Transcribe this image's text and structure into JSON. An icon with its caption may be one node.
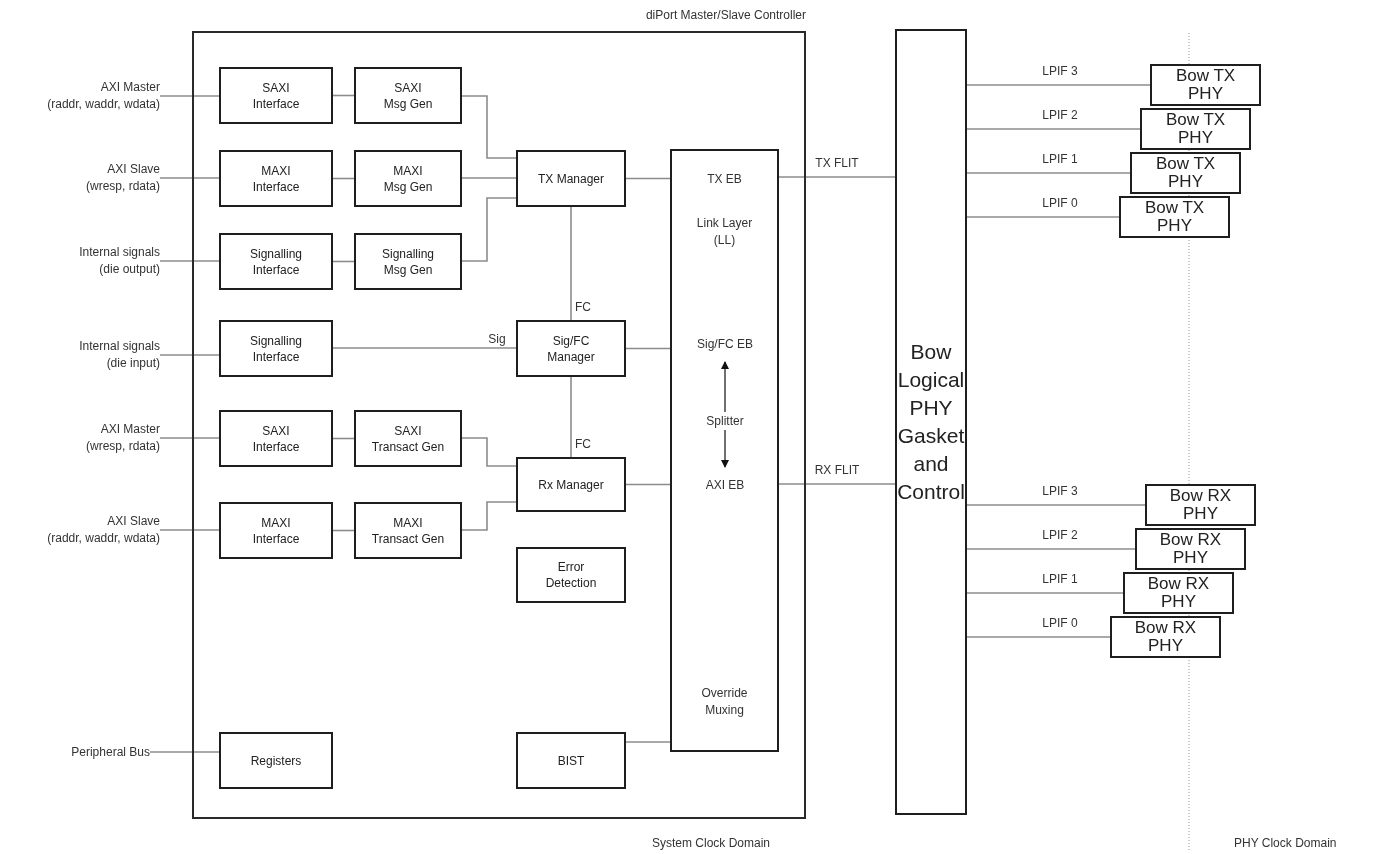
{
  "diagram": {
    "nodes": [
      {
        "text": [
          "diPort Master/Slave Controller"
        ]
      },
      {
        "text": [
          "AXI Master",
          "(raddr, waddr, wdata)"
        ]
      },
      {
        "text": [
          "AXI Slave",
          "(wresp, rdata)"
        ]
      },
      {
        "text": [
          "Internal signals",
          "(die output)"
        ]
      },
      {
        "text": [
          "Internal signals",
          "(die input)"
        ]
      },
      {
        "text": [
          "AXI Master",
          "(wresp, rdata)"
        ]
      },
      {
        "text": [
          "AXI Slave",
          "(raddr, waddr, wdata)"
        ]
      },
      {
        "text": [
          "Peripheral Bus"
        ]
      },
      {
        "text": [
          "SAXI Interface"
        ],
        "in": 0
      },
      {
        "text": [
          "SAXI Msg Gen"
        ],
        "in": 0
      },
      {
        "text": [
          "MAXI Interface"
        ],
        "in": 0
      },
      {
        "text": [
          "MAXI Msg Gen"
        ],
        "in": 0
      },
      {
        "text": [
          "TX Manager"
        ],
        "in": 0
      },
      {
        "text": [
          "Signalling Interface"
        ],
        "in": 0
      },
      {
        "text": [
          "Signalling Msg Gen"
        ],
        "in": 0
      },
      {
        "text": [
          "Signalling Interface"
        ],
        "in": 0
      },
      {
        "text": [
          "Sig/FC Manager"
        ],
        "in": 0
      },
      {
        "text": [
          "SAXI Interface"
        ],
        "in": 0
      },
      {
        "text": [
          "SAXI Transact Gen"
        ],
        "in": 0
      },
      {
        "text": [
          "Rx Manager"
        ],
        "in": 0
      },
      {
        "text": [
          "MAXI Interface"
        ],
        "in": 0
      },
      {
        "text": [
          "MAXI Transact Gen"
        ],
        "in": 0
      },
      {
        "text": [
          "Error Detection"
        ],
        "in": 0
      },
      {
        "text": [
          "Registers"
        ],
        "in": 0
      },
      {
        "text": [
          "BIST"
        ],
        "in": 0
      },
      {
        "text": [
          "TX EB",
          "Link Layer (LL)",
          "Override Muxing"
        ],
        "in": 0
      },
      {
        "text": [
          "Sig/FC EB"
        ],
        "in": 25
      },
      {
        "text": [
          "Splitter"
        ],
        "in": 25
      },
      {
        "text": [
          "AXI EB"
        ],
        "in": 25
      },
      {
        "text": [
          "Bow Logical PHY Gasket and Control"
        ]
      },
      {
        "text": [
          "Bow TX PHY"
        ]
      },
      {
        "text": [
          "Bow TX PHY"
        ]
      },
      {
        "text": [
          "Bow TX PHY"
        ]
      },
      {
        "text": [
          "Bow TX PHY"
        ]
      },
      {
        "text": [
          "Bow RX PHY"
        ]
      },
      {
        "text": [
          "Bow RX PHY"
        ]
      },
      {
        "text": [
          "Bow RX PHY"
        ]
      },
      {
        "text": [
          "Bow RX PHY"
        ]
      }
    ],
    "edges": [
      {
        "from": 1,
        "to": 8,
        "arrow": "none"
      },
      {
        "from": 8,
        "to": 9,
        "arrow": "none"
      },
      {
        "from": 2,
        "to": 10,
        "arrow": "none"
      },
      {
        "from": 10,
        "to": 11,
        "arrow": "none"
      },
      {
        "from": 3,
        "to": 13,
        "arrow": "none"
      },
      {
        "from": 13,
        "to": 14,
        "arrow": "none"
      },
      {
        "from": 9,
        "to": 12,
        "arrow": "none"
      },
      {
        "from": 11,
        "to": 12,
        "arrow": "none"
      },
      {
        "from": 14,
        "to": 12,
        "arrow": "none"
      },
      {
        "from": 4,
        "to": 15,
        "arrow": "none"
      },
      {
        "from": 15,
        "to": 16,
        "arrow": "none",
        "label": "Sig"
      },
      {
        "from": 12,
        "to": 16,
        "arrow": "none",
        "label": "FC"
      },
      {
        "from": 16,
        "to": 19,
        "arrow": "none",
        "label": "FC"
      },
      {
        "from": 5,
        "to": 17,
        "arrow": "none"
      },
      {
        "from": 17,
        "to": 18,
        "arrow": "none"
      },
      {
        "from": 6,
        "to": 20,
        "arrow": "none"
      },
      {
        "from": 20,
        "to": 21,
        "arrow": "none"
      },
      {
        "from": 18,
        "to": 19,
        "arrow": "none"
      },
      {
        "from": 21,
        "to": 19,
        "arrow": "none"
      },
      {
        "from": 7,
        "to": 23,
        "arrow": "none"
      },
      {
        "from": 12,
        "to": 25,
        "arrow": "none"
      },
      {
        "from": 16,
        "to": 25,
        "arrow": "none"
      },
      {
        "from": 19,
        "to": 25,
        "arrow": "none"
      },
      {
        "from": 24,
        "to": 25,
        "arrow": "none"
      },
      {
        "from": 27,
        "to": 26,
        "arrow": "to",
        "color": "#111111"
      },
      {
        "from": 27,
        "to": 28,
        "arrow": "to",
        "color": "#111111"
      },
      {
        "from": 25,
        "to": 29,
        "arrow": "none",
        "label": "TX FLIT"
      },
      {
        "from": 25,
        "to": 29,
        "arrow": "none",
        "label": "RX FLIT"
      },
      {
        "from": 29,
        "to": 30,
        "arrow": "none",
        "label": "LPIF 3"
      },
      {
        "from": 29,
        "to": 31,
        "arrow": "none",
        "label": "LPIF 2"
      },
      {
        "from": 29,
        "to": 32,
        "arrow": "none",
        "label": "LPIF 1"
      },
      {
        "from": 29,
        "to": 33,
        "arrow": "none",
        "label": "LPIF 0"
      },
      {
        "from": 29,
        "to": 34,
        "arrow": "none",
        "label": "LPIF 3"
      },
      {
        "from": 29,
        "to": 35,
        "arrow": "none",
        "label": "LPIF 2"
      },
      {
        "from": 29,
        "to": 36,
        "arrow": "none",
        "label": "LPIF 1"
      },
      {
        "from": 29,
        "to": 37,
        "arrow": "none",
        "label": "LPIF 0"
      }
    ],
    "labels": [
      "System Clock Domain",
      "PHY Clock Domain"
    ]
  }
}
